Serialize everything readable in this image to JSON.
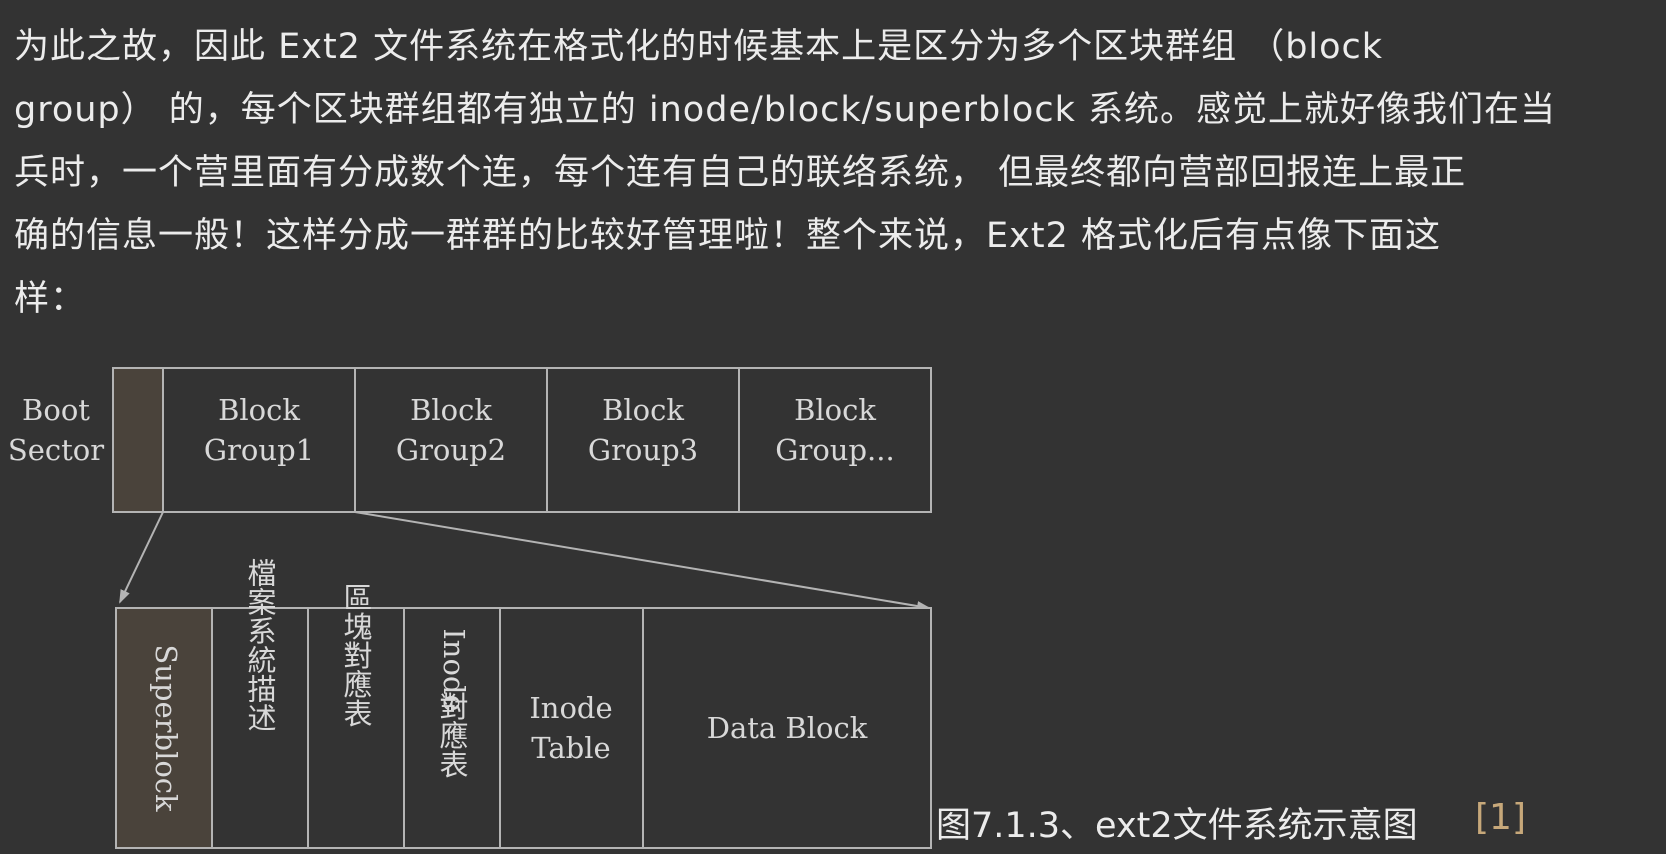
{
  "paragraph": {
    "lines": [
      "为此之故，因此 Ext2 文件系统在格式化的时候基本上是区分为多个区块群组 （block",
      "group） 的，每个区块群组都有独立的 inode/block/superblock 系统。感觉上就好像我们在当",
      "兵时，一个营里面有分成数个连，每个连有自己的联络系统， 但最终都向营部回报连上最正",
      "确的信息一般！这样分成一群群的比较好管理啦！整个来说，Ext2 格式化后有点像下面这",
      "样："
    ]
  },
  "diagram": {
    "boot_sector": [
      "Boot",
      "Sector"
    ],
    "block_groups": [
      [
        "Block",
        "Group1"
      ],
      [
        "Block",
        "Group2"
      ],
      [
        "Block",
        "Group3"
      ],
      [
        "Block",
        "Group..."
      ]
    ],
    "group_parts": {
      "superblock": "Superblock",
      "fs_desc": [
        "檔案系統描述"
      ],
      "block_bitmap": [
        "區塊對應表"
      ],
      "inode_bitmap": [
        "Inode",
        "對應表"
      ],
      "inode_table": [
        "Inode",
        "Table"
      ],
      "data_block": "Data Block"
    }
  },
  "caption": {
    "text": "图7.1.3、ext2文件系统示意图",
    "ref": "[1]"
  },
  "colors": {
    "background": "#333333",
    "text": "#ececec",
    "link": "#c7a87a",
    "highlight_cell": "#4a433b"
  }
}
